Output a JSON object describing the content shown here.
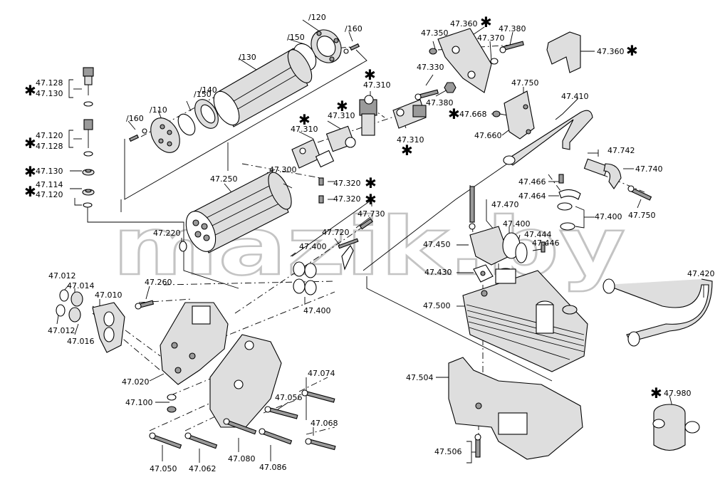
{
  "watermark": "mazik.by",
  "labels": {
    "p120": "/120",
    "p150a": "/150",
    "p160a": "/160",
    "p130": "/130",
    "p150b": "/150",
    "p140": "/140",
    "p160b": "/160",
    "p110": "/110",
    "p47128_a": "47.128",
    "p47130_a": "47.130",
    "p47120_a": "47.120",
    "p47128_b": "47.128",
    "p47130_b": "47.130",
    "p47114": "47.114",
    "p47120_b": "47.120",
    "p47250": "47.250",
    "p47310_a": "47.310",
    "p47310_b": "47.310",
    "p47310_c": "47.310",
    "p47310_d": "47.310",
    "p47300": "47.300",
    "p47320_a": "47.320",
    "p47320_b": "47.320",
    "p47330": "47.330",
    "p47380_a": "47.380",
    "p47350": "47.350",
    "p47360_a": "47.360",
    "p47370": "47.370",
    "p47380_b": "47.380",
    "p47360_b": "47.360",
    "p47750_a": "47.750",
    "p47668": "47.668",
    "p47660": "47.660",
    "p47410": "47.410",
    "p47742": "47.742",
    "p47740": "47.740",
    "p47466": "47.466",
    "p47464": "47.464",
    "p47470": "47.470",
    "p47400_a": "47.400",
    "p47750_b": "47.750",
    "p47400_b": "47.400",
    "p47444": "47.444",
    "p47446": "47.446",
    "p47450": "47.450",
    "p47430": "47.430",
    "p47500": "47.500",
    "p47420": "47.420",
    "p47220": "47.220",
    "p47720": "47.720",
    "p47730": "47.730",
    "p47400_c": "47.400",
    "p47400_d": "47.400",
    "p47012_a": "47.012",
    "p47014": "47.014",
    "p47010": "47.010",
    "p47260": "47.260",
    "p47012_b": "47.012",
    "p47016": "47.016",
    "p47020": "47.020",
    "p47074": "47.074",
    "p47100": "47.100",
    "p47056": "47.056",
    "p47068": "47.068",
    "p47050": "47.050",
    "p47062": "47.062",
    "p47080": "47.080",
    "p47086": "47.086",
    "p47504": "47.504",
    "p47506": "47.506",
    "p47980": "47.980"
  },
  "star_symbol": "✱"
}
